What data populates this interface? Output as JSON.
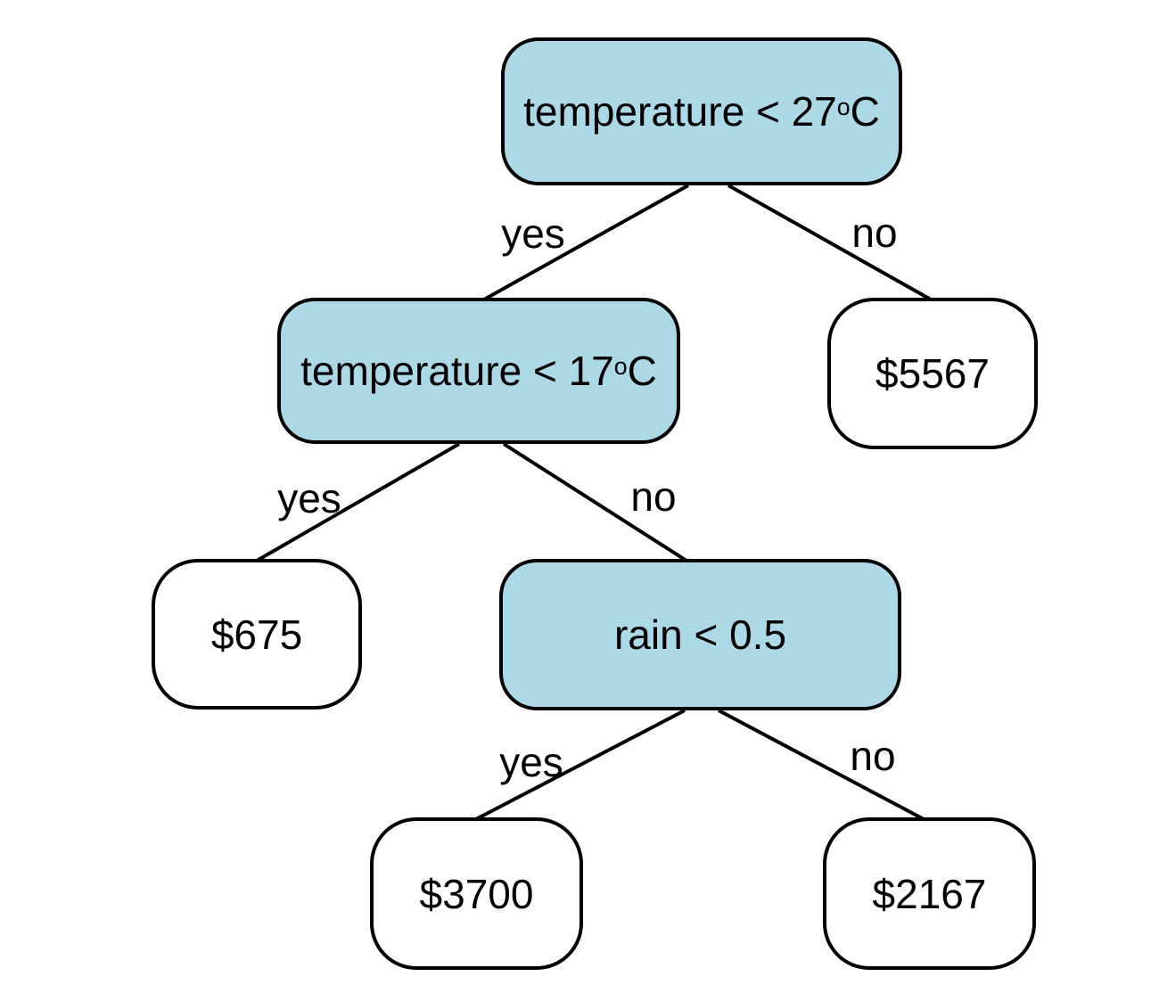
{
  "diagram": {
    "type": "decision-tree",
    "title": "",
    "nodes": {
      "temp27": {
        "kind": "decision",
        "text": "temperature < 27",
        "sup": "o",
        "unit": "C"
      },
      "temp17": {
        "kind": "decision",
        "text": "temperature < 17",
        "sup": "o",
        "unit": "C"
      },
      "rain": {
        "kind": "decision",
        "text": "rain < 0.5"
      },
      "leaf_5567": {
        "kind": "leaf",
        "text": "$5567"
      },
      "leaf_675": {
        "kind": "leaf",
        "text": "$675"
      },
      "leaf_3700": {
        "kind": "leaf",
        "text": "$3700"
      },
      "leaf_2167": {
        "kind": "leaf",
        "text": "$2167"
      }
    },
    "edges": [
      {
        "from": "temp27",
        "to": "temp17",
        "label": "yes"
      },
      {
        "from": "temp27",
        "to": "leaf_5567",
        "label": "no"
      },
      {
        "from": "temp17",
        "to": "leaf_675",
        "label": "yes"
      },
      {
        "from": "temp17",
        "to": "rain",
        "label": "no"
      },
      {
        "from": "rain",
        "to": "leaf_3700",
        "label": "yes"
      },
      {
        "from": "rain",
        "to": "leaf_2167",
        "label": "no"
      }
    ],
    "colors": {
      "decision_fill": "#ADD8E6",
      "leaf_fill": "#FFFFFF",
      "stroke": "#000000"
    }
  }
}
